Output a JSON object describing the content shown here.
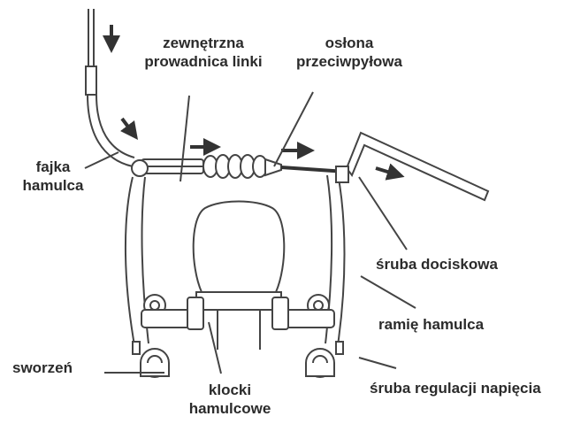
{
  "labels": {
    "outer_guide": [
      "zewnętrzna",
      "prowadnica linki"
    ],
    "dust_cover": [
      "osłona",
      "przeciwpyłowa"
    ],
    "brake_noodle": [
      "fajka",
      "hamulca"
    ],
    "clamp_bolt": "śruba dociskowa",
    "brake_arm": "ramię hamulca",
    "pivot": "sworzeń",
    "brake_pads": [
      "klocki",
      "hamulcowe"
    ],
    "tension_screw": "śruba regulacji napięcia"
  },
  "colors": {
    "line": "#4a4a4a",
    "arrow": "#333333",
    "text": "#2b2b2b"
  }
}
